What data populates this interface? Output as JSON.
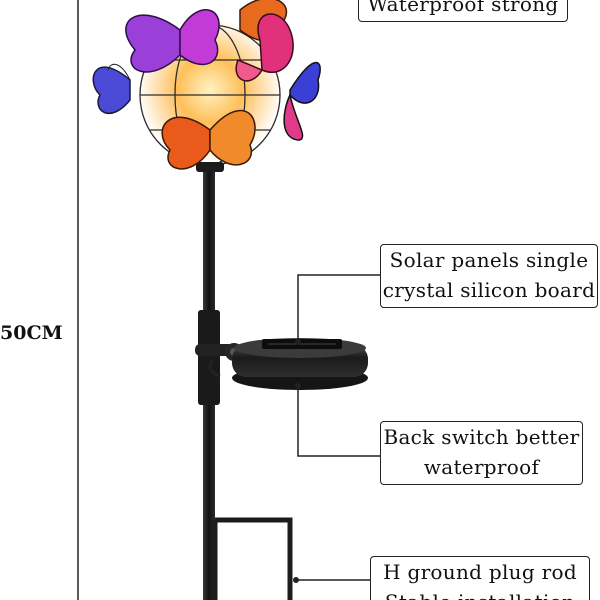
{
  "measurement": {
    "label": "50CM"
  },
  "callouts": {
    "waterproof": {
      "lines": [
        "Waterproof strong"
      ]
    },
    "solar": {
      "lines": [
        "Solar panels single",
        "crystal silicon board"
      ]
    },
    "switch": {
      "lines": [
        "Back switch better",
        "waterproof"
      ]
    },
    "rod": {
      "lines": [
        "H ground plug rod",
        "Stable installation"
      ]
    }
  },
  "colors": {
    "pole": "#1c1c1c",
    "panel": "#2a2a2a",
    "butterfly_orange": "#e8621a",
    "butterfly_purple": "#8a3fd1",
    "butterfly_pink": "#e0317a",
    "butterfly_blue": "#3a4fd6",
    "glow": "#ffd27a"
  }
}
